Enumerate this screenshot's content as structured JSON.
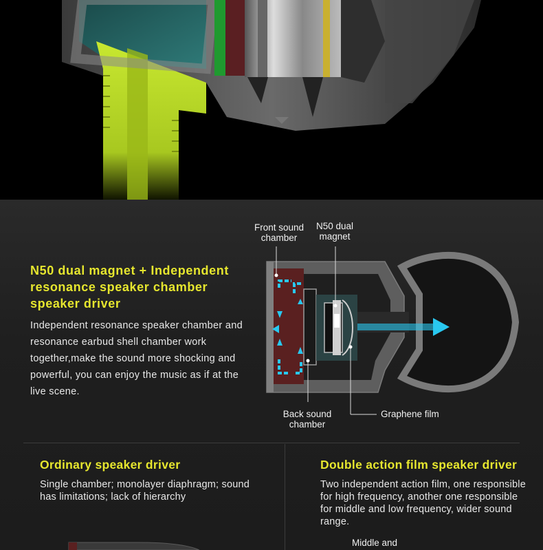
{
  "feature": {
    "title": "N50 dual magnet + Independent resonance speaker chamber speaker driver",
    "description": "Independent resonance speaker chamber and resonance earbud shell chamber work together,make the sound more shocking and powerful, you can enjoy the music as if  at the live scene."
  },
  "diagram": {
    "labels": {
      "front_chamber": "Front sound chamber",
      "n50_magnet": "N50 dual magnet",
      "back_chamber": "Back sound chamber",
      "graphene_film": "Graphene film"
    },
    "colors": {
      "arrow": "#29c8f0",
      "frame": "#6b6b6b",
      "chamber": "#5a2020"
    }
  },
  "comparison": {
    "ordinary": {
      "title": "Ordinary speaker driver",
      "description": "Single chamber; monolayer diaphragm; sound has limitations; lack of hierarchy"
    },
    "double": {
      "title": "Double action film speaker driver",
      "description": "Two independent action film, one responsible for high frequency, another one responsible for middle and low frequency, wider sound range.",
      "partial_label": "Middle and"
    }
  },
  "colors": {
    "accent": "#e6e62e",
    "background": "#1e1e1e"
  }
}
